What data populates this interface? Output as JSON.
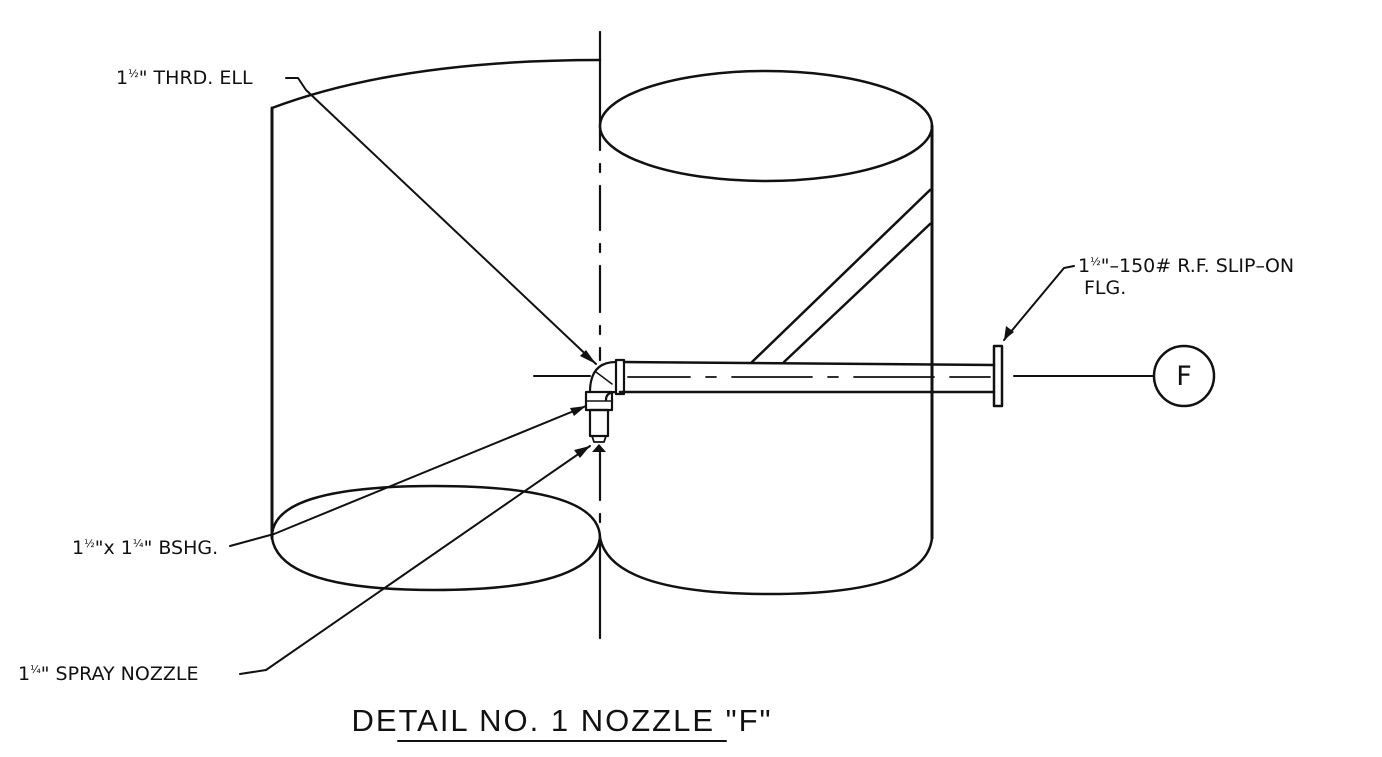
{
  "labels": {
    "elbow": {
      "size": "1",
      "frac": "½",
      "inch": "\"",
      "rest": " THRD. ELL"
    },
    "bushing": {
      "size1": "1",
      "frac1": "½",
      "mid": "\"x  1",
      "frac2": "¼",
      "rest": "\" BSHG."
    },
    "nozzle": {
      "size": "1",
      "frac": "¼",
      "rest": "\" SPRAY NOZZLE"
    },
    "flange": {
      "size": "1",
      "frac": "½",
      "line1_rest": "\"–150# R.F. SLIP–ON",
      "line2": "FLG."
    }
  },
  "bubble_letter": "F",
  "title": "DETAIL  NO.  1  NOZZLE  \"F\"",
  "colors": {
    "ink": "#111111",
    "paper": "#ffffff"
  }
}
